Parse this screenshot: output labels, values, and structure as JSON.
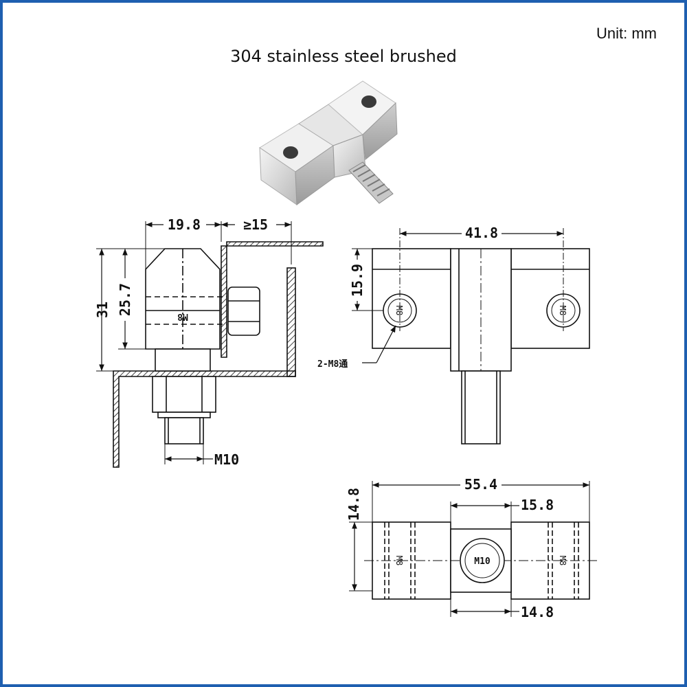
{
  "header": {
    "unit_label": "Unit: mm",
    "title": "304 stainless steel brushed"
  },
  "side_view": {
    "width_dim": "19.8",
    "gap_dim": "≥15",
    "height_dim": "31",
    "inner_height_dim": "25.7",
    "bolt_label": "M10",
    "hole_label": "M8"
  },
  "front_view": {
    "span_dim": "41.8",
    "hole_offset_dim": "15.9",
    "hole_label_left": "M8",
    "hole_label_right": "M8",
    "callout": "2-M8通"
  },
  "top_view": {
    "total_length_dim": "55.4",
    "center_width_dim": "15.8",
    "depth_dim": "14.8",
    "bottom_dim": "14.8",
    "center_label": "M10",
    "side_label_left": "M8",
    "side_label_right": "M8"
  },
  "colors": {
    "frame": "#1f5fb0",
    "line": "#111111"
  }
}
